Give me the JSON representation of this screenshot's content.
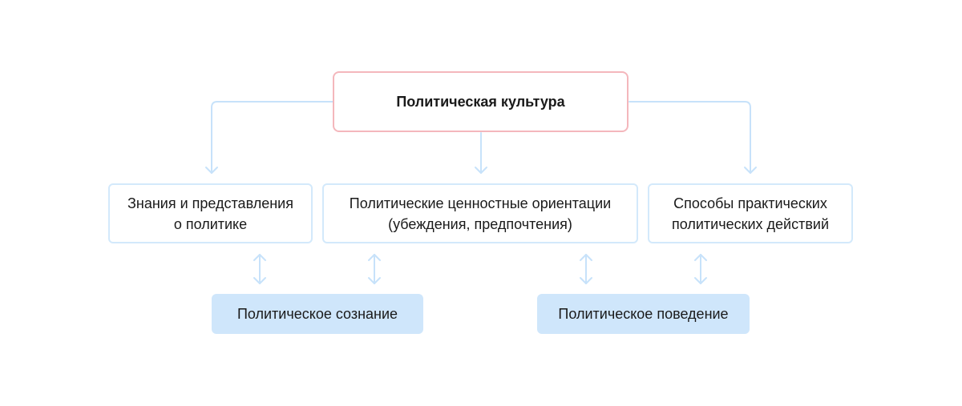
{
  "diagram": {
    "root": {
      "label": "Политическая культура"
    },
    "components": [
      {
        "line1": "Знания и представления",
        "line2": "о политике"
      },
      {
        "line1": "Политические ценностные ориентации",
        "line2": "(убеждения, предпочтения)"
      },
      {
        "line1": "Способы практических",
        "line2": "политических действий"
      }
    ],
    "results": [
      {
        "label": "Политическое сознание"
      },
      {
        "label": "Политическое поведение"
      }
    ],
    "colors": {
      "root_border": "#f4b7bc",
      "node_border": "#d3e9fb",
      "connector": "#c7e2fa",
      "result_fill": "#cfe6fb"
    }
  }
}
